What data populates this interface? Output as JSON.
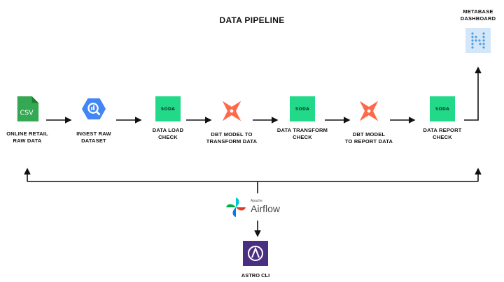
{
  "diagram": {
    "title": "DATA PIPELINE",
    "nodes": {
      "csv": {
        "label": "ONLINE RETAIL\nRAW DATA",
        "icon": "csv-file-icon",
        "icon_text": "CSV"
      },
      "ingest": {
        "label": "INGEST RAW\nDATASET",
        "icon": "bigquery-icon"
      },
      "load_check": {
        "label": "DATA LOAD\nCHECK",
        "icon": "soda-icon",
        "icon_text": "SODA"
      },
      "transform_model": {
        "label": "DBT MODEL TO\nTRANSFORM DATA",
        "icon": "dbt-icon"
      },
      "transform_check": {
        "label": "DATA TRANSFORM\nCHECK",
        "icon": "soda-icon",
        "icon_text": "SODA"
      },
      "report_model": {
        "label": "DBT MODEL\nTO REPORT DATA",
        "icon": "dbt-icon"
      },
      "report_check": {
        "label": "DATA REPORT\nCHECK",
        "icon": "soda-icon",
        "icon_text": "SODA"
      },
      "metabase": {
        "label": "METABASE\nDASHBOARD",
        "icon": "metabase-icon"
      },
      "airflow": {
        "apache_text": "Apache",
        "name": "Airflow",
        "icon": "airflow-pinwheel-icon"
      },
      "astro": {
        "label": "ASTRO CLI",
        "icon": "astro-icon"
      }
    },
    "colors": {
      "soda": "#22d98a",
      "csv": "#34a853",
      "bigquery": "#4285f4",
      "dbt": "#ff694b",
      "metabase": "#509ee3",
      "astro": "#4a2e82"
    }
  }
}
